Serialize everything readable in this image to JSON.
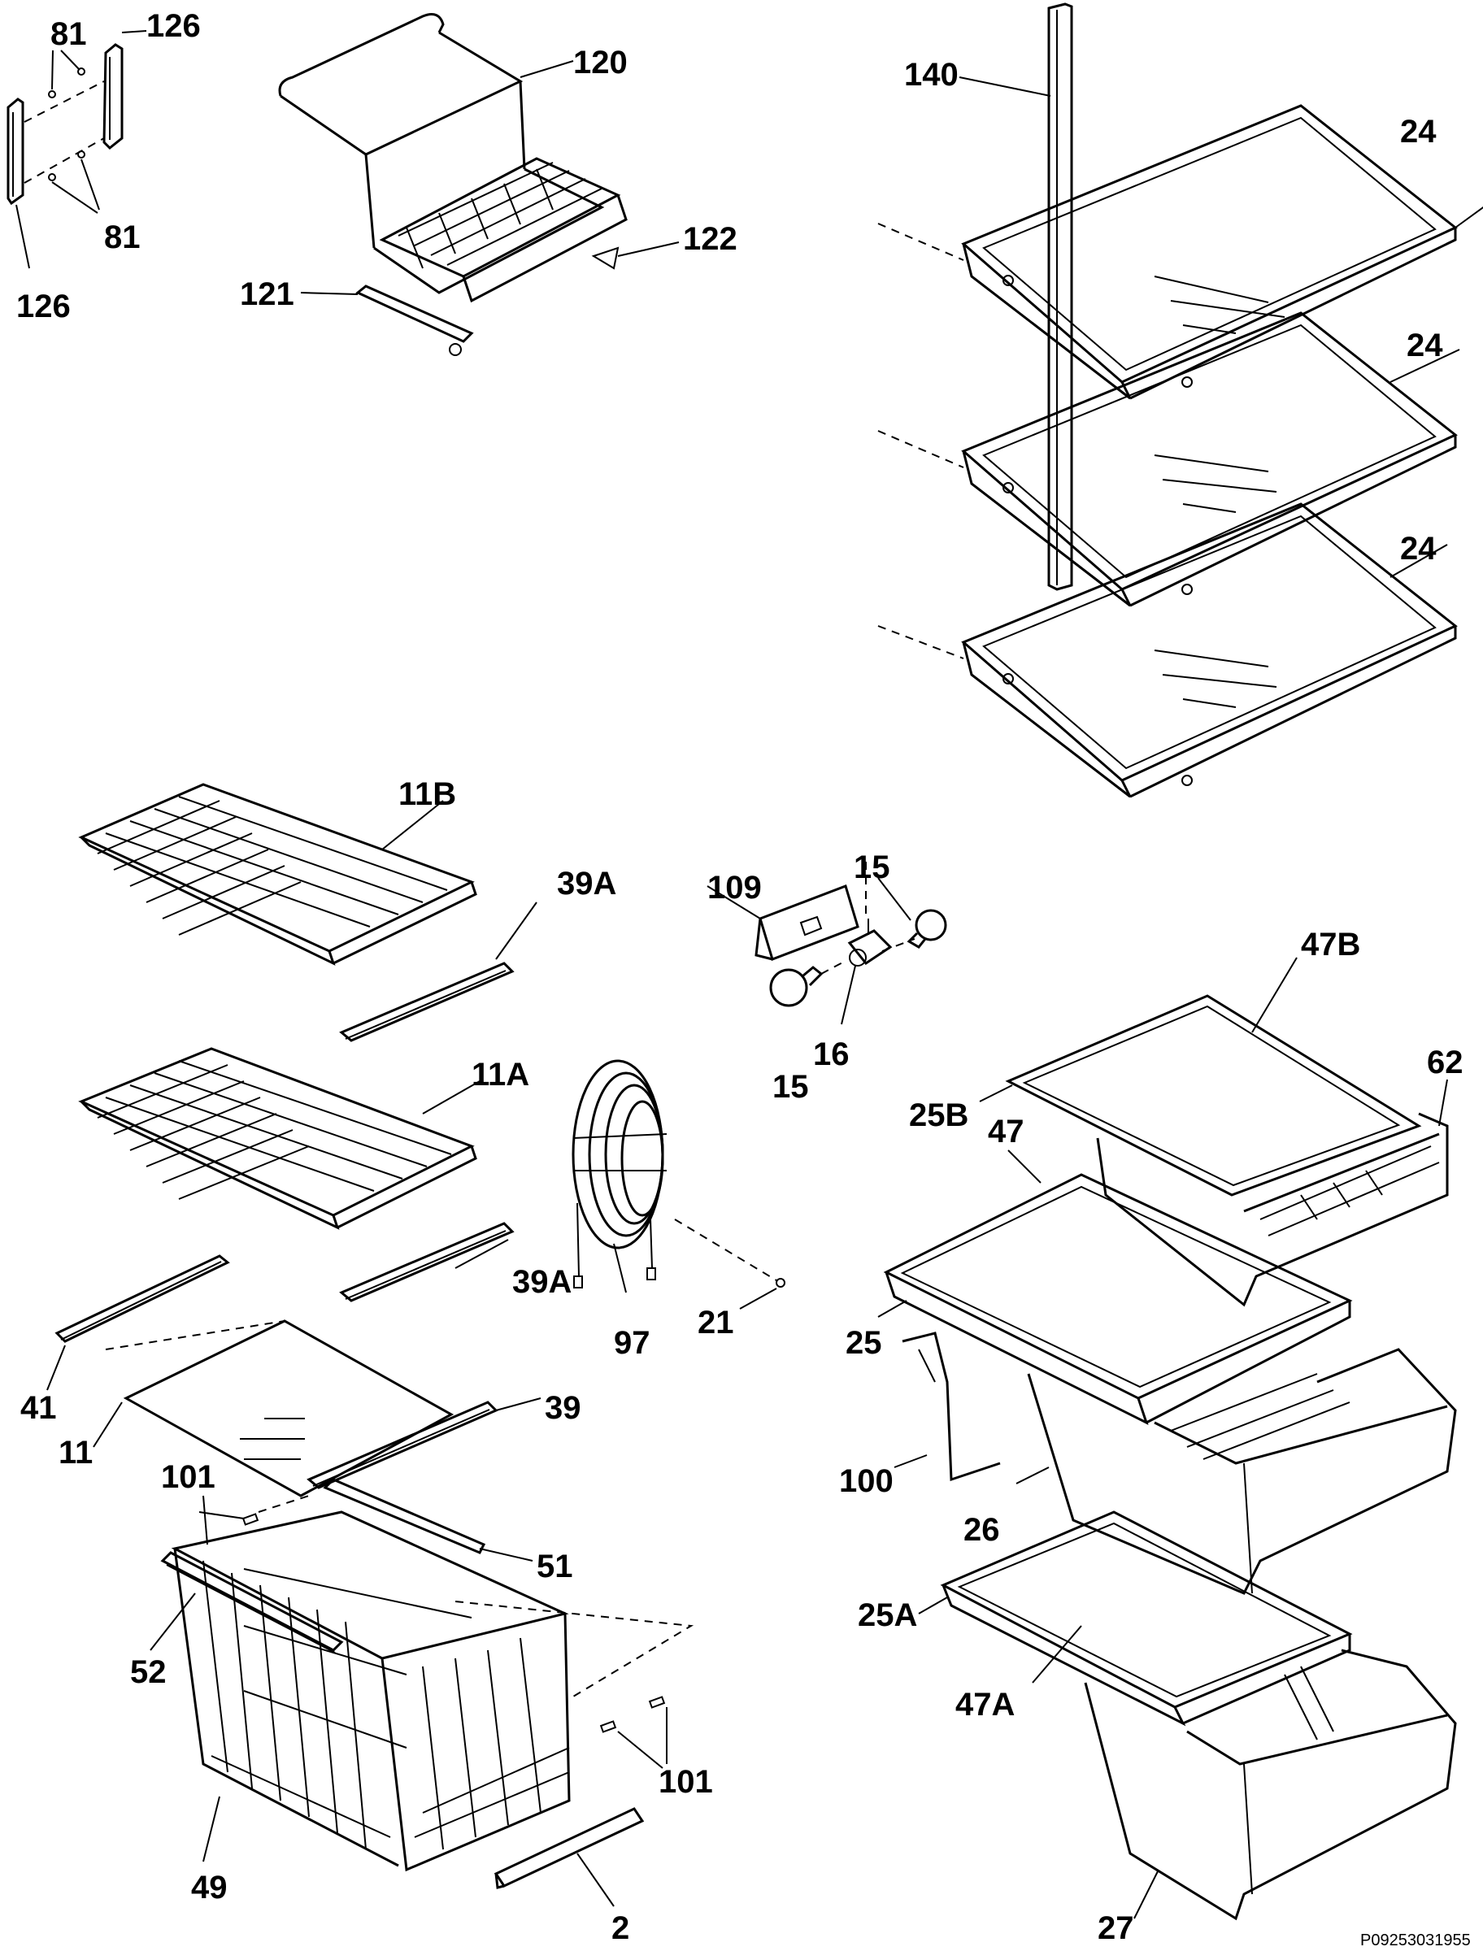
{
  "diagram": {
    "document_id": "P09253031955",
    "part_labels": {
      "p81_top": "81",
      "p81_bottom": "81",
      "p126_top": "126",
      "p126_bottom": "126",
      "p120": "120",
      "p122": "122",
      "p121": "121",
      "p140": "140",
      "p24_top": "24",
      "p24_mid": "24",
      "p24_bottom": "24",
      "p11B": "11B",
      "p39A_top": "39A",
      "p11A": "11A",
      "p39A_bottom": "39A",
      "p109": "109",
      "p15_top": "15",
      "p15_bottom": "15",
      "p16": "16",
      "p97": "97",
      "p21": "21",
      "p41": "41",
      "p11": "11",
      "p39": "39",
      "p101_left": "101",
      "p101_right": "101",
      "p51": "51",
      "p52": "52",
      "p49": "49",
      "p2": "2",
      "p47B": "47B",
      "p62": "62",
      "p25B": "25B",
      "p47": "47",
      "p25": "25",
      "p100": "100",
      "p26": "26",
      "p25A": "25A",
      "p47A": "47A",
      "p27": "27"
    }
  }
}
